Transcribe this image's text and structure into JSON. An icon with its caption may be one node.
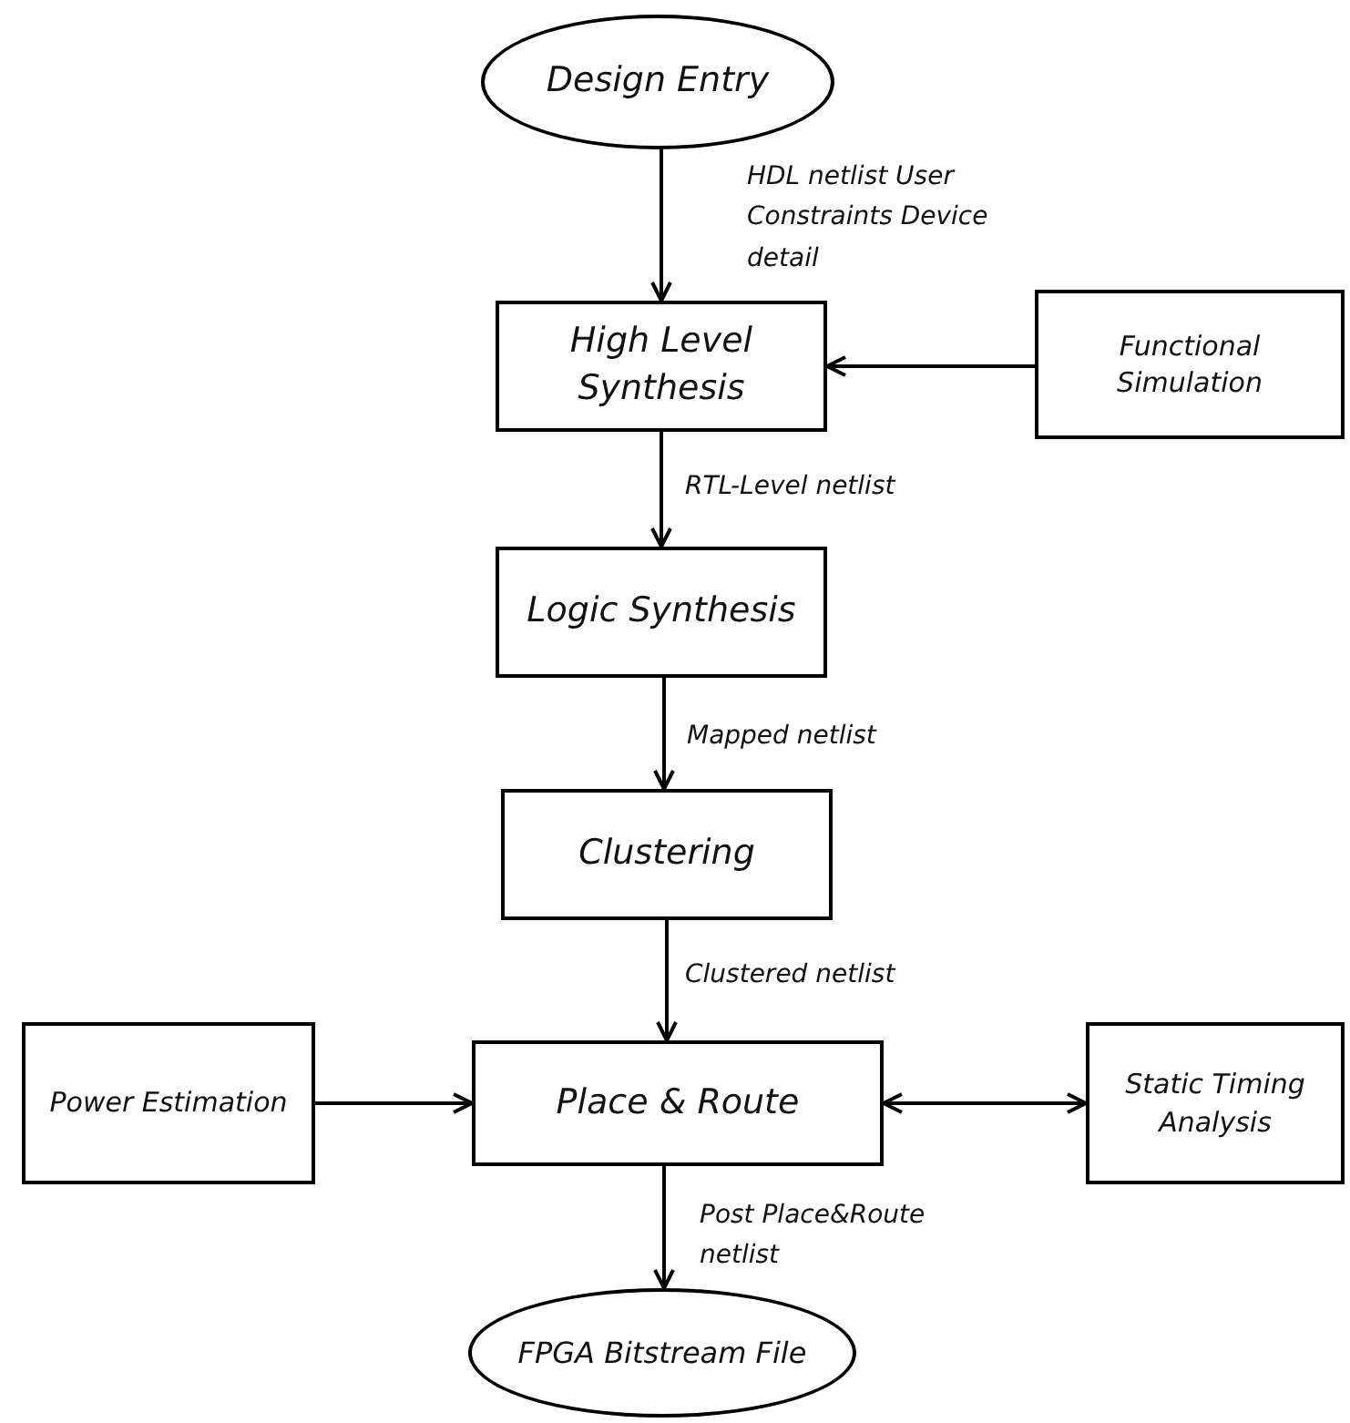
{
  "diagram": {
    "nodes": [
      {
        "text": [
          "Design Entry"
        ]
      },
      {
        "text": [
          "High Level Synthesis"
        ]
      },
      {
        "text": [
          "Functional Simulation"
        ]
      },
      {
        "text": [
          "Logic Synthesis"
        ]
      },
      {
        "text": [
          "Clustering"
        ]
      },
      {
        "text": [
          "Power Estimation"
        ]
      },
      {
        "text": [
          "Place & Route"
        ]
      },
      {
        "text": [
          "Static Timing Analysis"
        ]
      },
      {
        "text": [
          "FPGA Bitstream File"
        ]
      }
    ],
    "edges": [
      {
        "from": 0,
        "to": 1,
        "arrow": "to",
        "label": "HDL netlist User Constraints Device detail"
      },
      {
        "from": 2,
        "to": 1,
        "arrow": "to"
      },
      {
        "from": 1,
        "to": 3,
        "arrow": "to",
        "label": "RTL-Level netlist"
      },
      {
        "from": 3,
        "to": 4,
        "arrow": "to",
        "label": "Mapped netlist"
      },
      {
        "from": 4,
        "to": 6,
        "arrow": "to",
        "label": "Clustered netlist"
      },
      {
        "from": 5,
        "to": 6,
        "arrow": "to"
      },
      {
        "from": 6,
        "to": 7,
        "arrow": "both"
      },
      {
        "from": 6,
        "to": 8,
        "arrow": "to",
        "label": "Post Place&Route netlist"
      }
    ]
  }
}
